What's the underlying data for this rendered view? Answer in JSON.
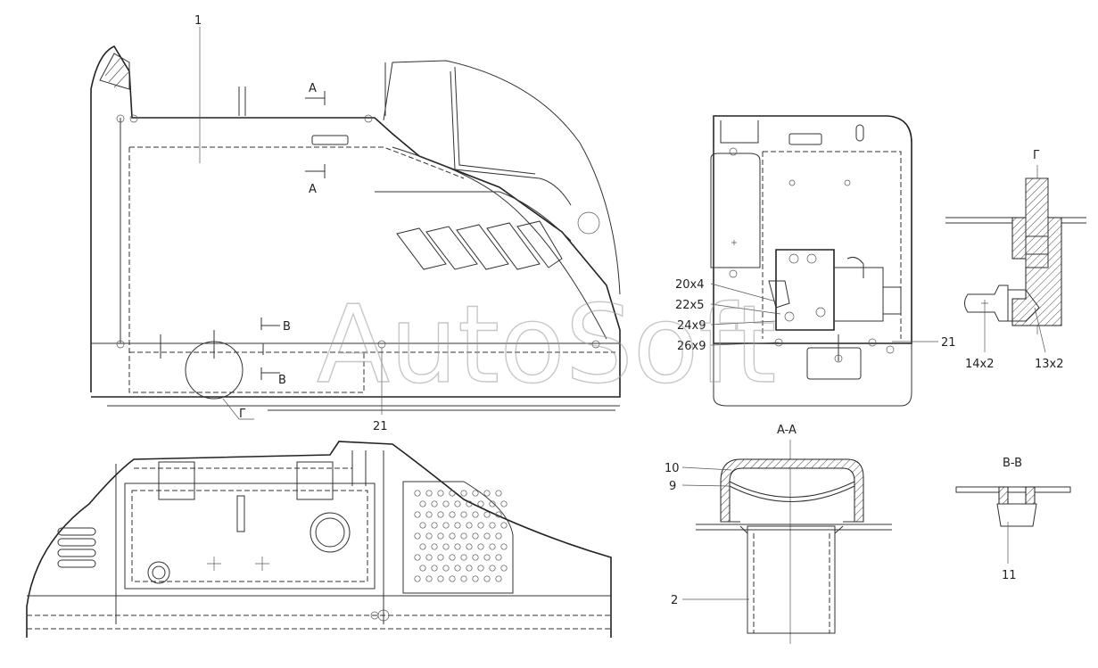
{
  "watermark": "AutoSoft",
  "callouts": {
    "c1": "1",
    "c21a": "21",
    "c21b": "21",
    "g_main": "Г",
    "g_detail": "Г",
    "a_top": "A",
    "a_bottom": "A",
    "b_top": "B",
    "b_bottom": "B",
    "n20x4": "20x4",
    "n22x5": "22x5",
    "n24x9": "24x9",
    "n26x9": "26x9",
    "n14x2": "14x2",
    "n13x2": "13x2",
    "n10": "10",
    "n9": "9",
    "n2": "2",
    "n11": "11"
  },
  "sections": {
    "aa": "A-A",
    "bb": "B-B"
  }
}
